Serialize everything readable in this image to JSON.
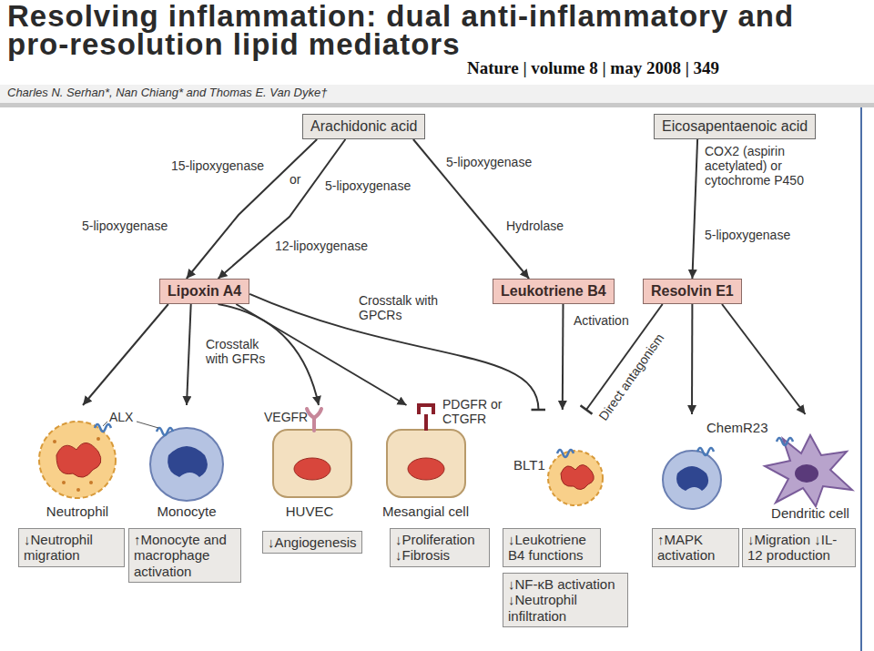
{
  "diagram": {
    "title": "Resolving inflammation: dual anti-inflammatory and pro-resolution lipid mediators",
    "nodes": [
      {
        "text": [
          "Arachidonic acid"
        ]
      },
      {
        "text": [
          "Eicosapentaenoic acid"
        ]
      },
      {
        "text": [
          "Lipoxin A4"
        ]
      },
      {
        "text": [
          "Leukotriene B4"
        ]
      },
      {
        "text": [
          "Resolvin E1"
        ]
      },
      {
        "text": [
          "Neutrophil"
        ]
      },
      {
        "text": [
          "Monocyte"
        ]
      },
      {
        "text": [
          "HUVEC"
        ]
      },
      {
        "text": [
          "Mesangial cell"
        ]
      },
      {
        "text": [
          "BLT1"
        ]
      },
      {
        "text": [
          "ChemR23"
        ]
      },
      {
        "text": [
          "Dendritic cell"
        ]
      },
      {
        "text": [
          "↓Neutrophil migration"
        ]
      },
      {
        "text": [
          "↑Monocyte and macrophage activation"
        ]
      },
      {
        "text": [
          "↓Angiogenesis"
        ]
      },
      {
        "text": [
          "↓Proliferation ↓Fibrosis"
        ]
      },
      {
        "text": [
          "↓Leukotriene B4 functions"
        ]
      },
      {
        "text": [
          "↓NF-κB activation ↓Neutrophil infiltration"
        ]
      },
      {
        "text": [
          "↑MAPK activation"
        ]
      },
      {
        "text": [
          "↓Migration ↓IL-12 production"
        ]
      }
    ],
    "edges": [
      {
        "from": 0,
        "to": 2,
        "arrow": "to"
      },
      {
        "from": 0,
        "to": 2,
        "arrow": "to"
      },
      {
        "from": 0,
        "to": 3,
        "arrow": "to"
      },
      {
        "from": 1,
        "to": 4,
        "arrow": "to"
      },
      {
        "from": 2,
        "to": 5,
        "arrow": "to"
      },
      {
        "from": 2,
        "to": 6,
        "arrow": "to"
      },
      {
        "from": 2,
        "to": 7,
        "arrow": "to"
      },
      {
        "from": 2,
        "to": 8,
        "arrow": "to"
      },
      {
        "from": 2,
        "to": 9,
        "label": "Crosstalk with GPCRs",
        "arrow": "to"
      },
      {
        "from": 3,
        "to": 9,
        "label": "Activation",
        "arrow": "to"
      },
      {
        "from": 4,
        "to": 9,
        "label": "Direct antagonism",
        "arrow": "to"
      },
      {
        "from": 4,
        "to": 10,
        "arrow": "to"
      },
      {
        "from": 4,
        "to": 11,
        "arrow": "to"
      }
    ],
    "labels": [
      "Nature | volume 8 | may 2008 | 349",
      "Charles N. Serhan*, Nan Chiang* and Thomas E. Van Dyke†",
      "15-lipoxygenase",
      "or",
      "5-lipoxygenase",
      "5-lipoxygenase",
      "12-lipoxygenase",
      "5-lipoxygenase",
      "Hydrolase",
      "COX2 (aspirin acetylated) or cytochrome P450",
      "5-lipoxygenase",
      "Crosstalk with GFRs",
      "ALX",
      "VEGFR",
      "PDGFR or CTGFR"
    ]
  }
}
